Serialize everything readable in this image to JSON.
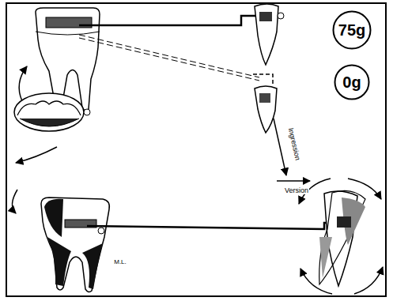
{
  "diagram": {
    "nodes": [
      {
        "text": [
          "75g"
        ]
      },
      {
        "text": [
          "0g"
        ]
      }
    ],
    "labels": [
      "Ingression",
      "Version",
      "M.L."
    ]
  }
}
